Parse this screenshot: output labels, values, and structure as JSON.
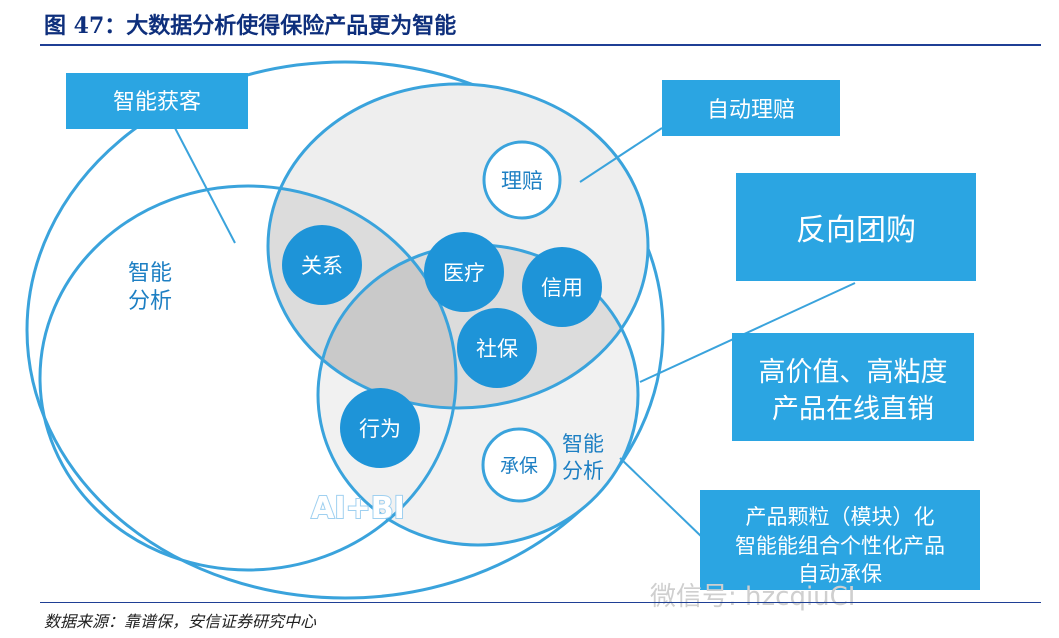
{
  "figure": {
    "title": "图 47：大数据分析使得保险产品更为智能",
    "source": "数据来源：靠谱保，安信证券研究中心"
  },
  "diagram": {
    "boxes": {
      "smart_acquisition": "智能获客",
      "auto_claims": "自动理赔",
      "reverse_group_buy": "反向团购",
      "direct_sales": [
        "高价值、高粘度",
        "产品在线直销"
      ],
      "modular": [
        "产品颗粒（模块）化",
        "智能能组合个性化产品",
        "自动承保"
      ]
    },
    "circle_labels": {
      "smart_analysis_left": [
        "智能",
        "分析"
      ],
      "smart_analysis_right": [
        "智能",
        "分析"
      ],
      "claims": "理赔",
      "relations": "关系",
      "medical": "医疗",
      "credit": "信用",
      "social_security": "社保",
      "behavior": "行为",
      "underwriting": "承保",
      "ai_bi": "AI+BI"
    },
    "watermark": "微信号: hzcqiuCI",
    "colors": {
      "box": "#2ba5e2",
      "circle_stroke": "#3aa3dc",
      "bubble": "#1e94d8",
      "title": "#0e2f7c"
    }
  }
}
